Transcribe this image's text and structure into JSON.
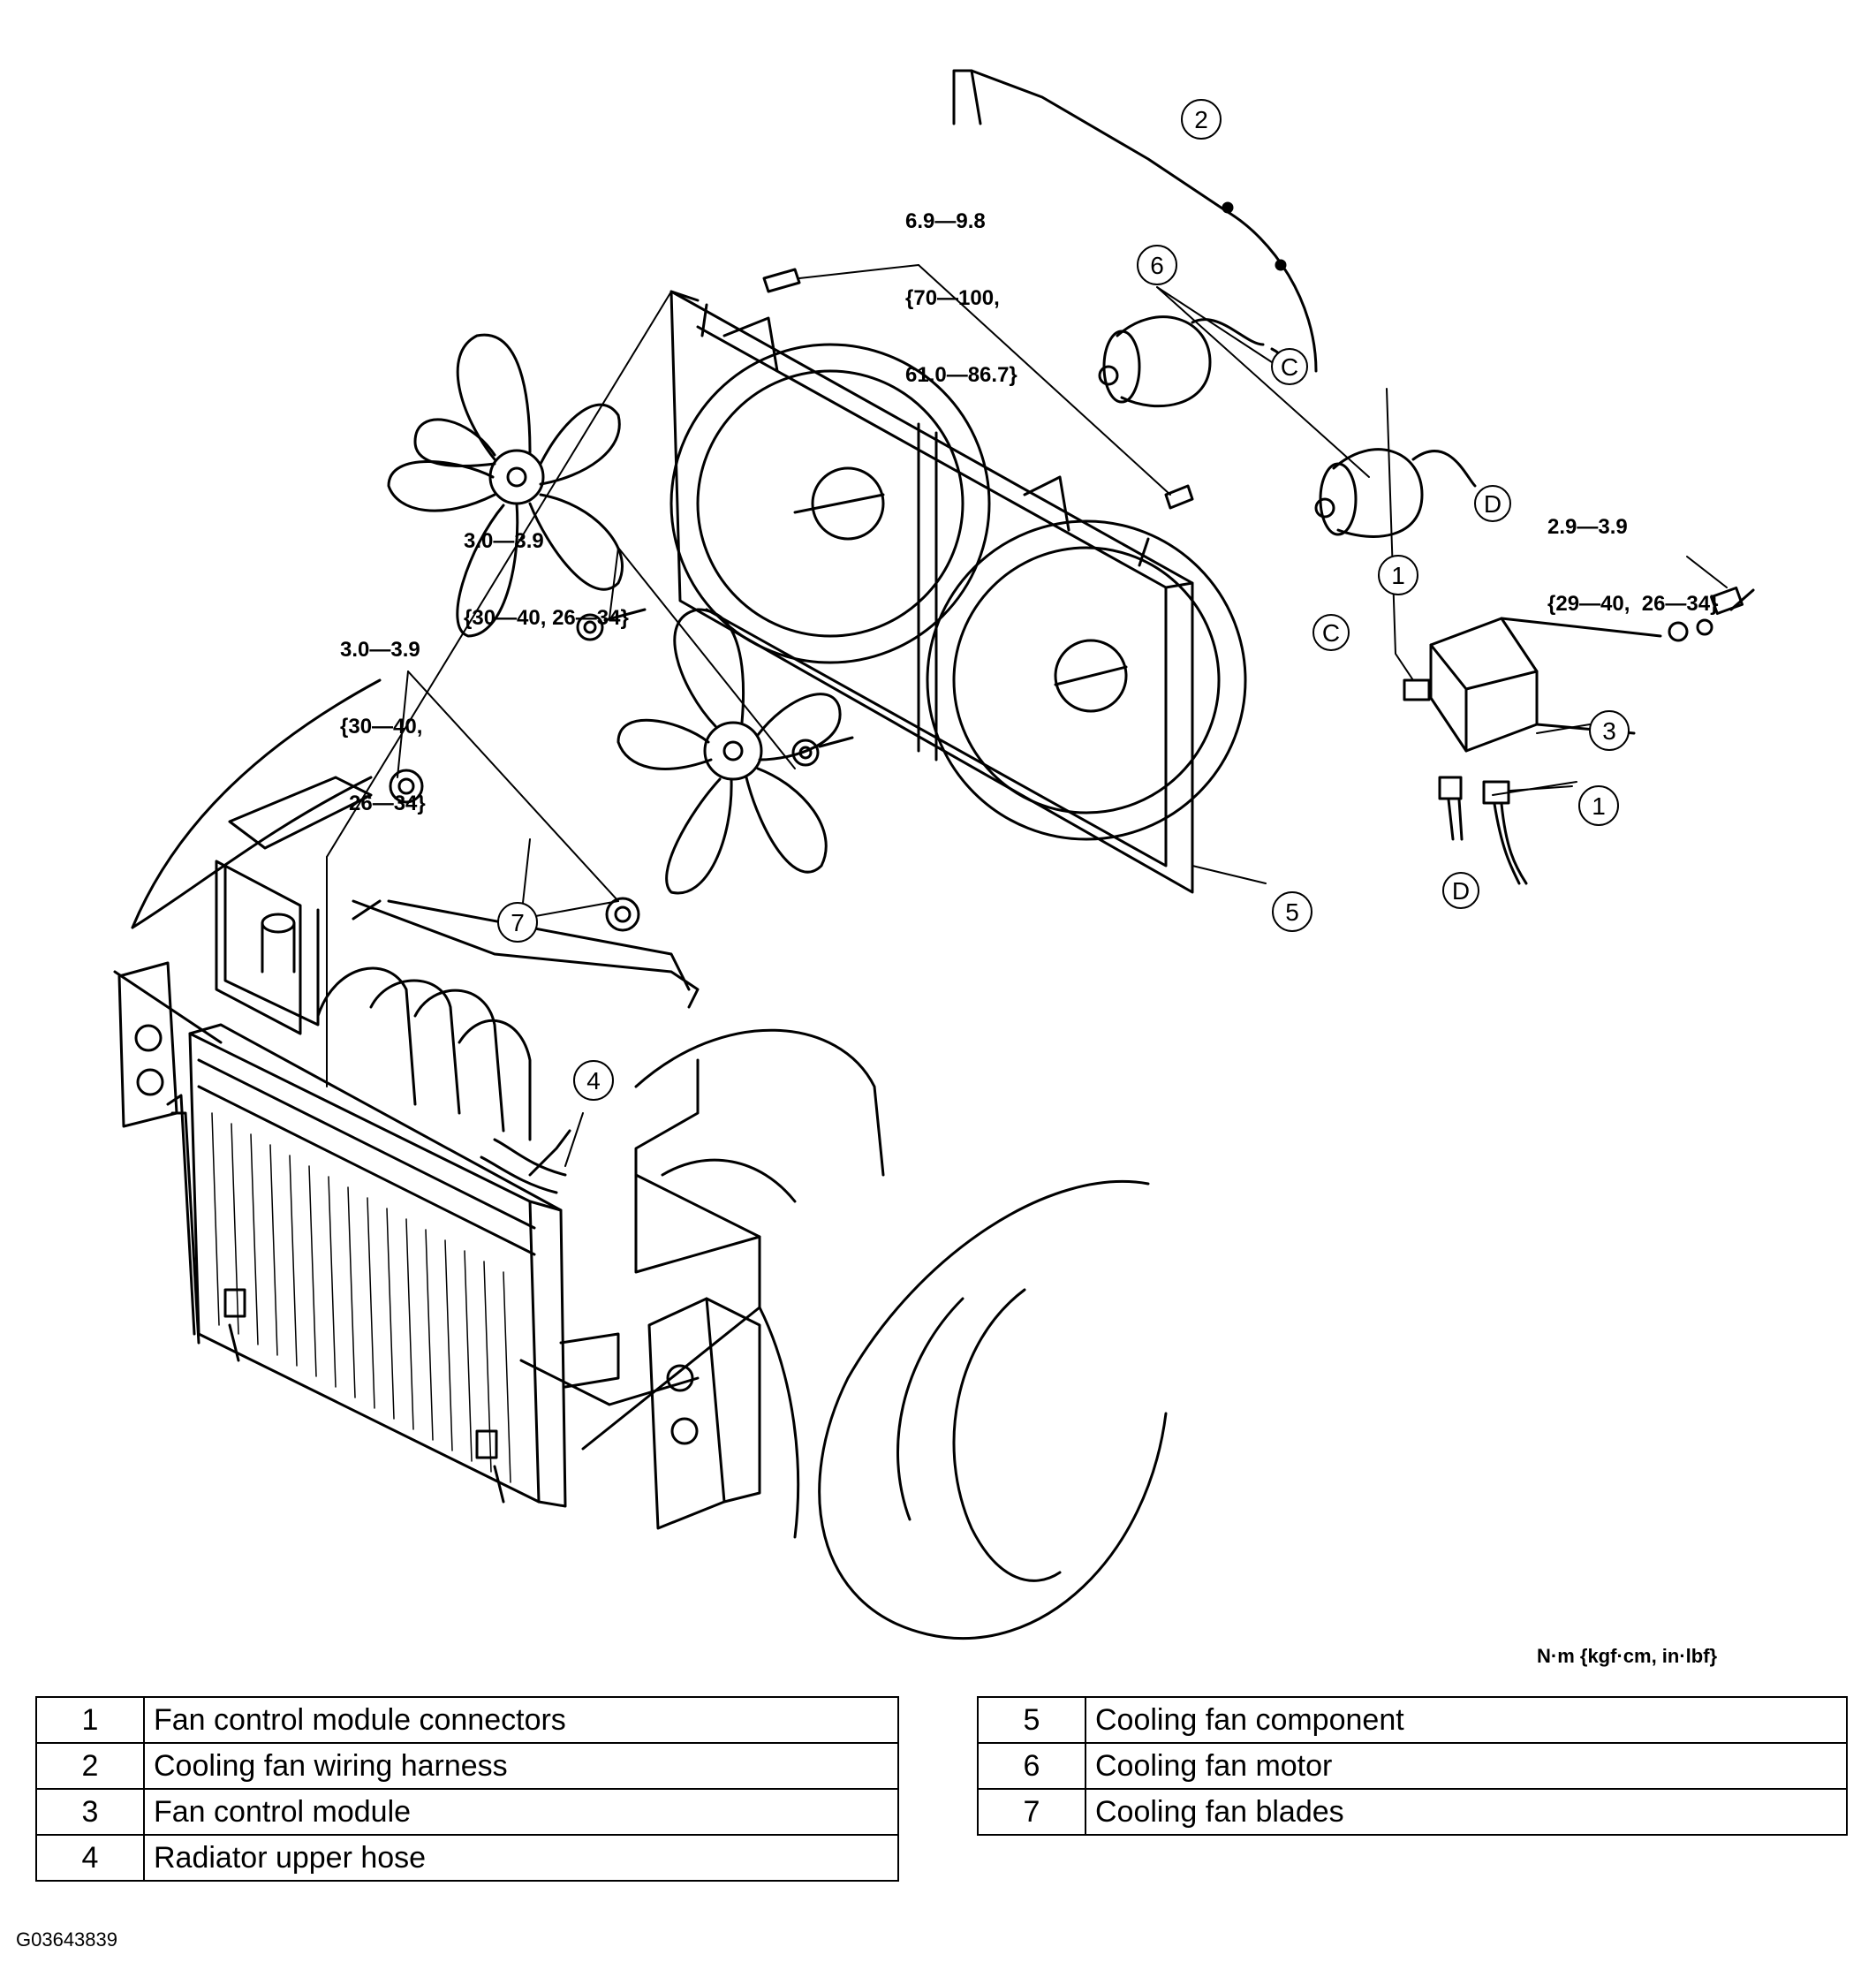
{
  "torque_specs": {
    "fan_shroud_bolt": [
      "6.9—9.8",
      "{70—100,",
      "61.0—86.7}"
    ],
    "fan_upper": [
      "3.0—3.9",
      "{30—40, 26—34}"
    ],
    "fan_left": [
      "3.0—3.9",
      "{30—40,",
      "26—34}"
    ],
    "control_module": [
      "2.9—3.9",
      "{29—40,  26—34}"
    ]
  },
  "callouts": {
    "c1a": "1",
    "c1b": "1",
    "c2": "2",
    "c3": "3",
    "c4": "4",
    "c5": "5",
    "c6": "6",
    "c7": "7",
    "conn_c1": "C",
    "conn_c2": "C",
    "conn_d1": "D",
    "conn_d2": "D"
  },
  "unit_note": "N·m {kgf·cm, in·lbf}",
  "legend_left": [
    {
      "num": "1",
      "label": "Fan control module connectors"
    },
    {
      "num": "2",
      "label": "Cooling fan wiring harness"
    },
    {
      "num": "3",
      "label": "Fan control module"
    },
    {
      "num": "4",
      "label": "Radiator upper hose"
    }
  ],
  "legend_right": [
    {
      "num": "5",
      "label": "Cooling fan component"
    },
    {
      "num": "6",
      "label": "Cooling fan motor"
    },
    {
      "num": "7",
      "label": "Cooling fan blades"
    }
  ],
  "figure_id": "G03643839"
}
